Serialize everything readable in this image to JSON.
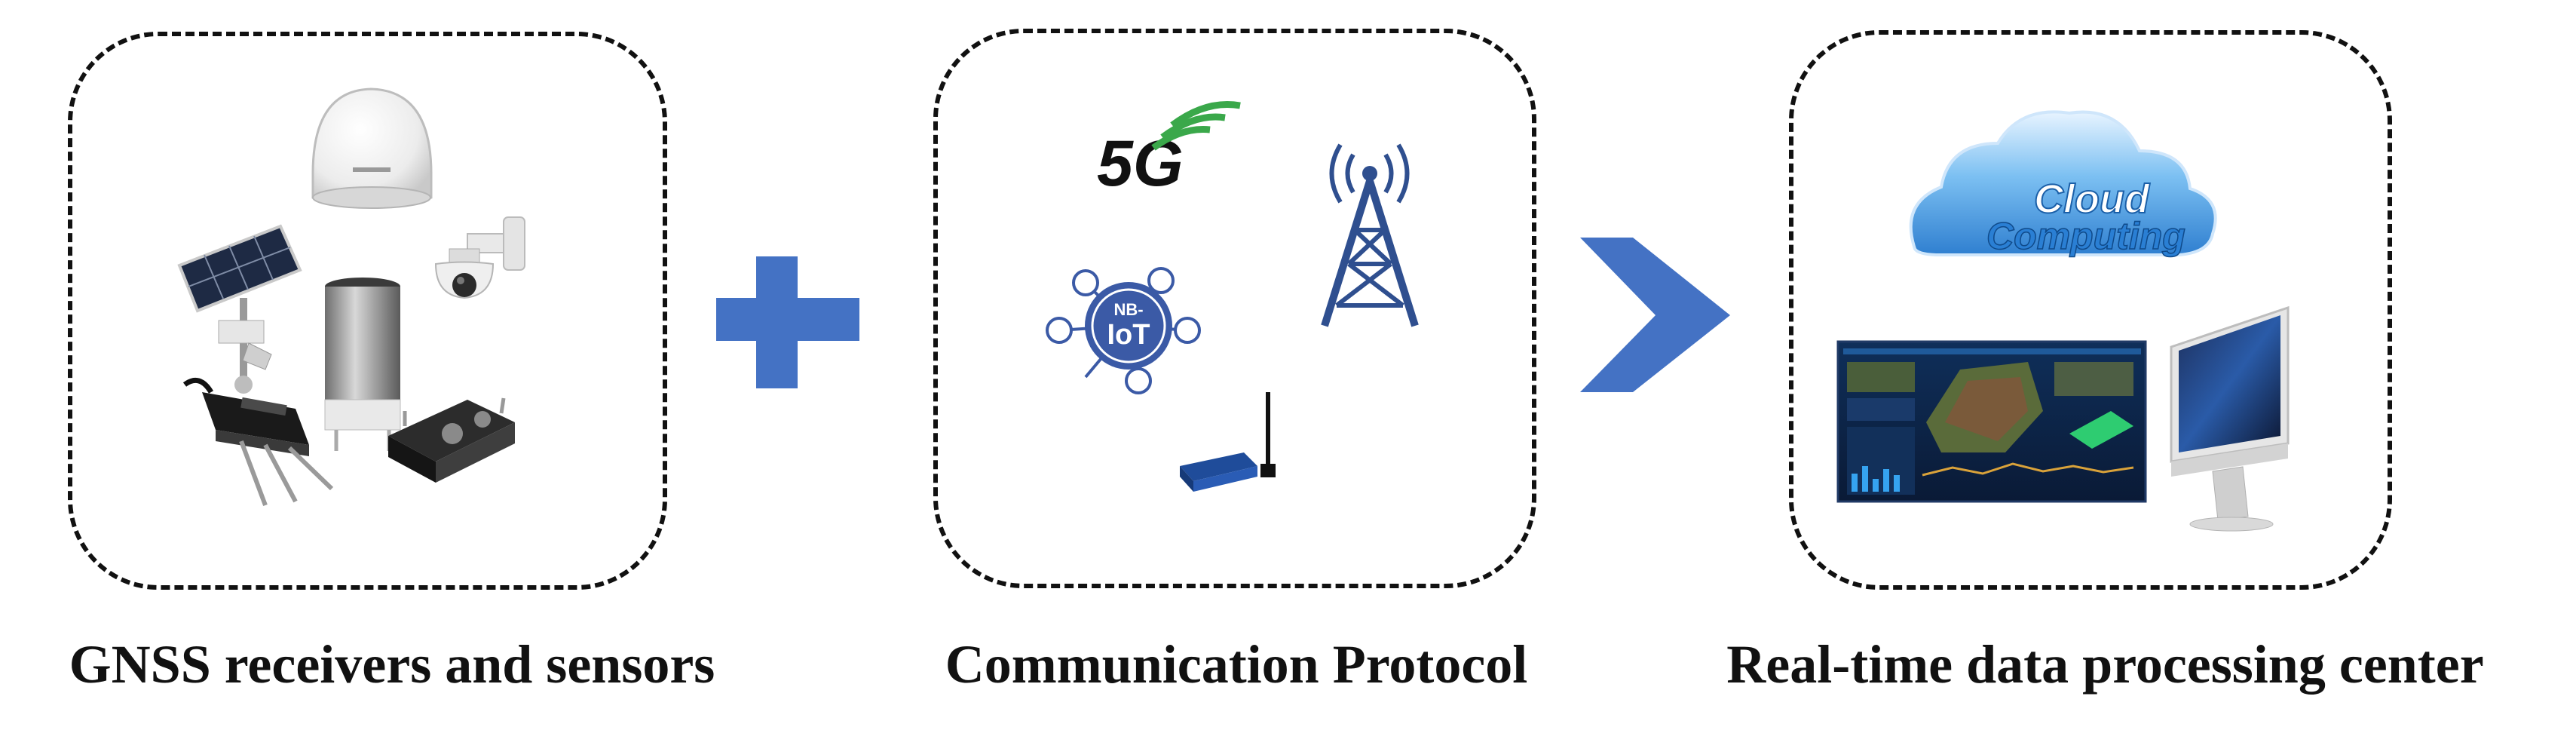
{
  "diagram": {
    "panels": [
      {
        "id": "sensors",
        "caption": "GNSS receivers and sensors"
      },
      {
        "id": "communication",
        "caption": "Communication Protocol"
      },
      {
        "id": "processing",
        "caption": "Real-time data processing center"
      }
    ],
    "connectors": [
      {
        "shape": "plus",
        "color": "#4472c4"
      },
      {
        "shape": "arrow",
        "color": "#4472c4"
      }
    ],
    "communication_labels": {
      "fiveg": "5G",
      "nbiot_top": "NB-",
      "nbiot_bottom": "IoT"
    },
    "cloud_labels": {
      "line1": "Cloud",
      "line2": "Computing"
    },
    "colors": {
      "connector": "#4472c4",
      "tower": "#2f4f8f",
      "signal_green": "#3aa84a",
      "cloud": "#5aa6e6",
      "nbiot": "#3b5aa6"
    }
  }
}
